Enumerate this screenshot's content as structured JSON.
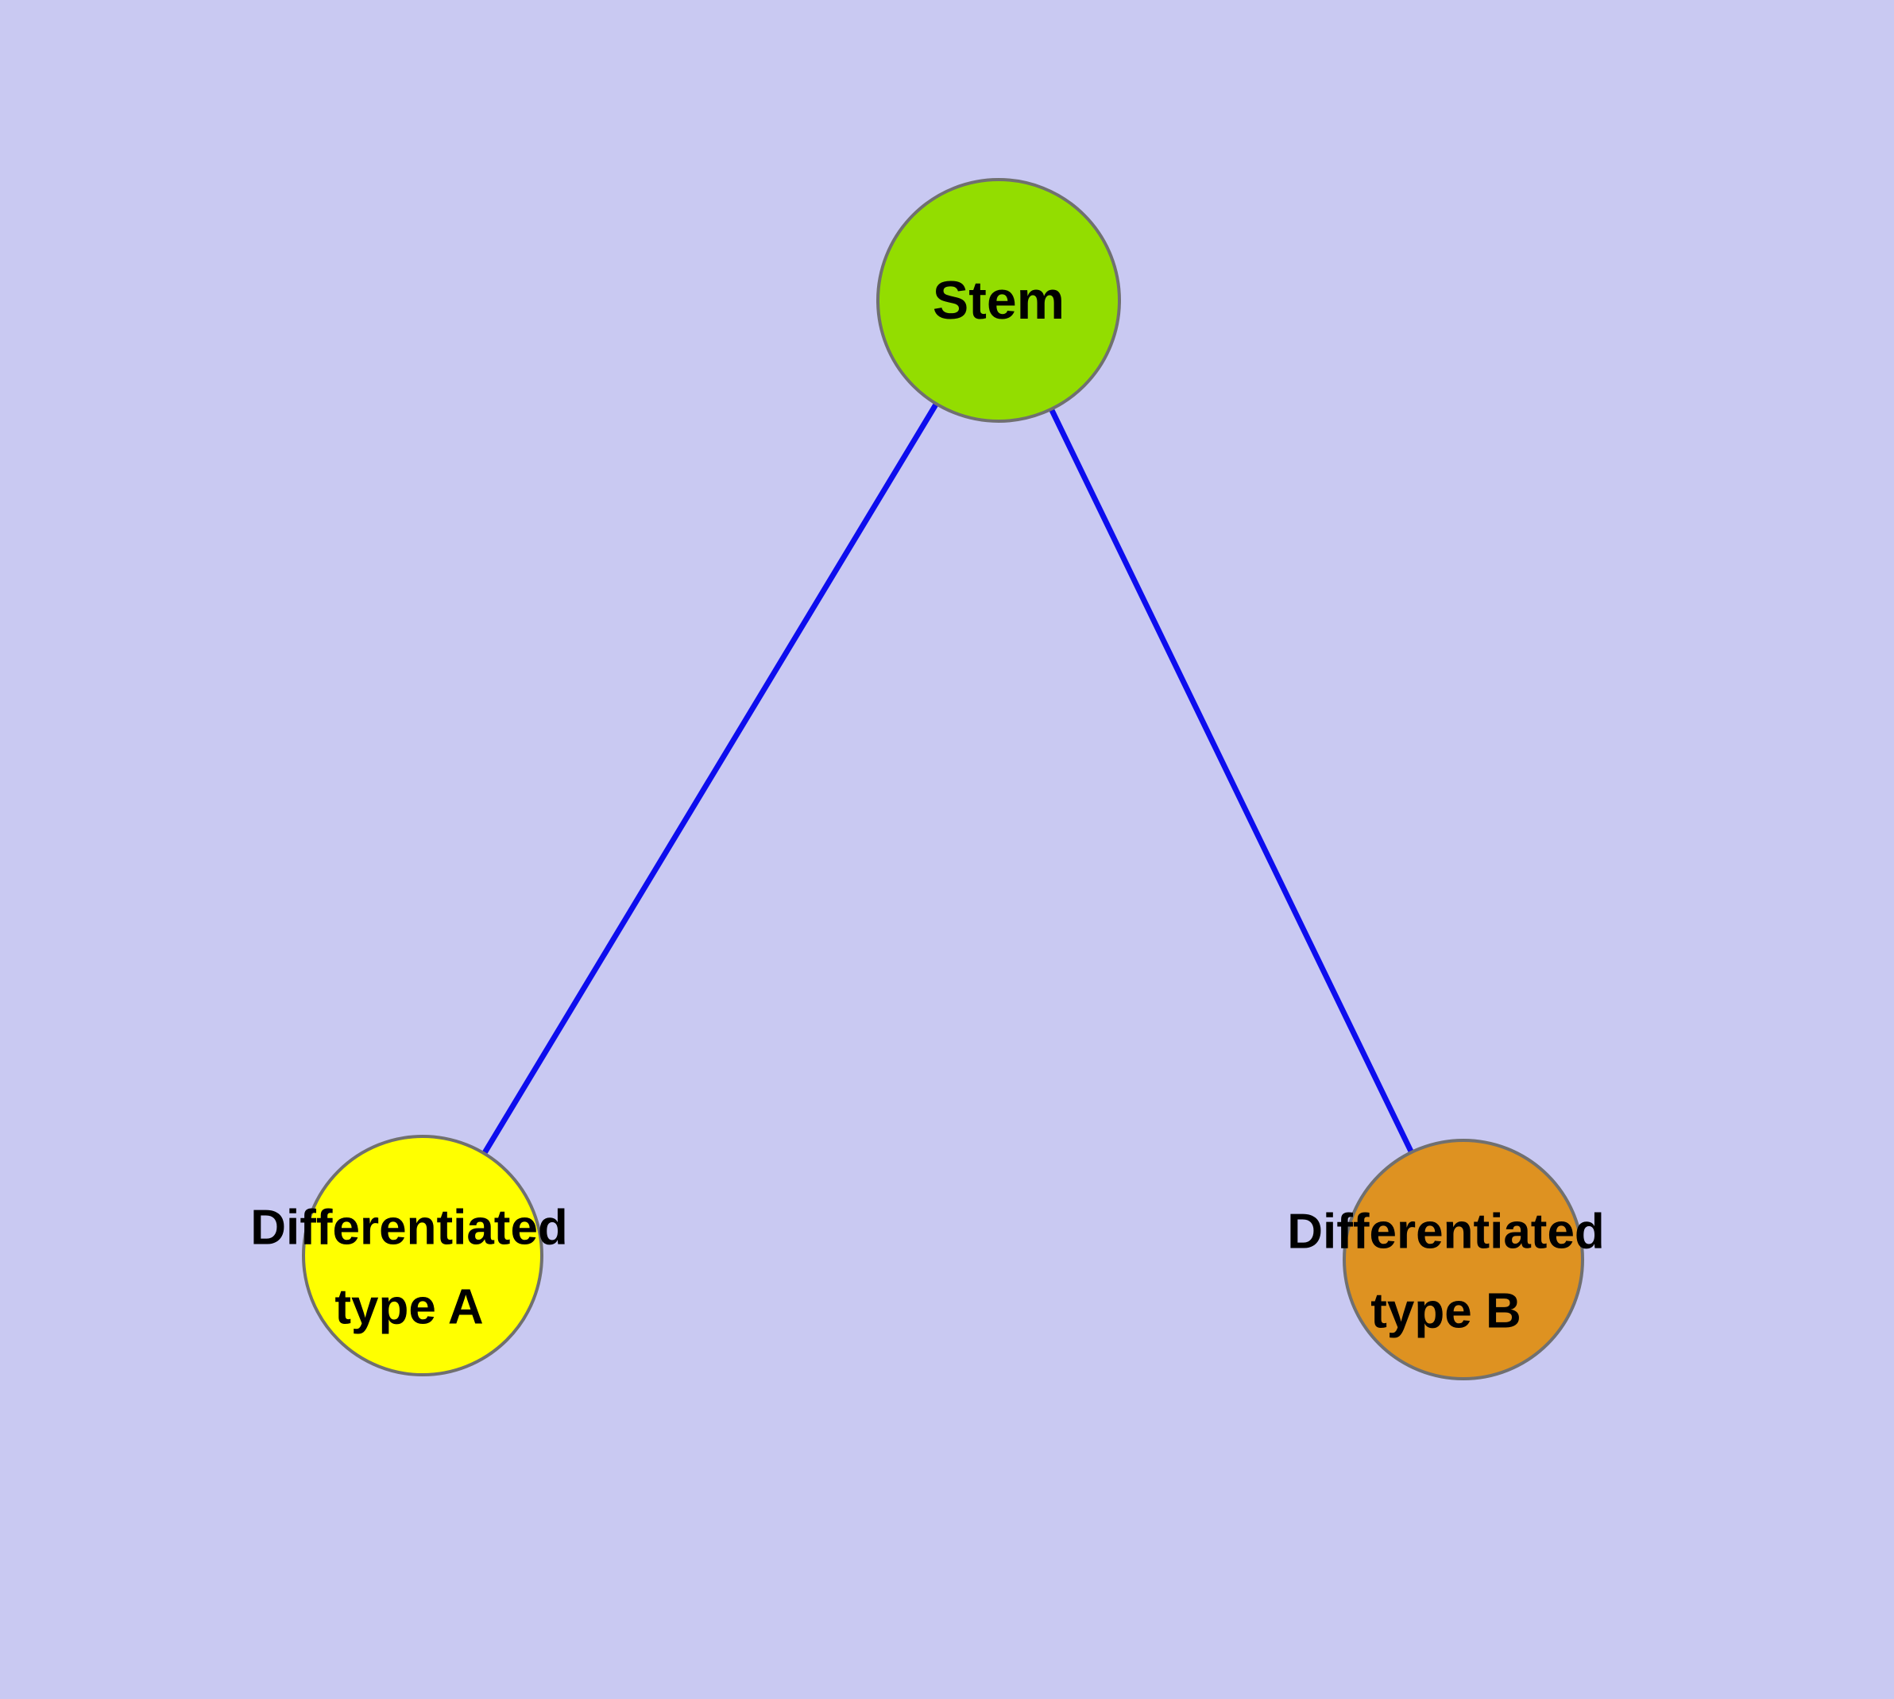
{
  "canvas": {
    "background_color": "#c9c9f2"
  },
  "style": {
    "edge_color": "#0d0dee",
    "node_stroke_color": "#707070"
  },
  "nodes": {
    "stem": {
      "label": "Stem",
      "fill": "#93dd00"
    },
    "type_a": {
      "label_line1": "Differentiated",
      "label_line2": "type A",
      "fill": "#ffff00"
    },
    "type_b": {
      "label_line1": "Differentiated",
      "label_line2": "type B",
      "fill": "#de9221"
    }
  }
}
